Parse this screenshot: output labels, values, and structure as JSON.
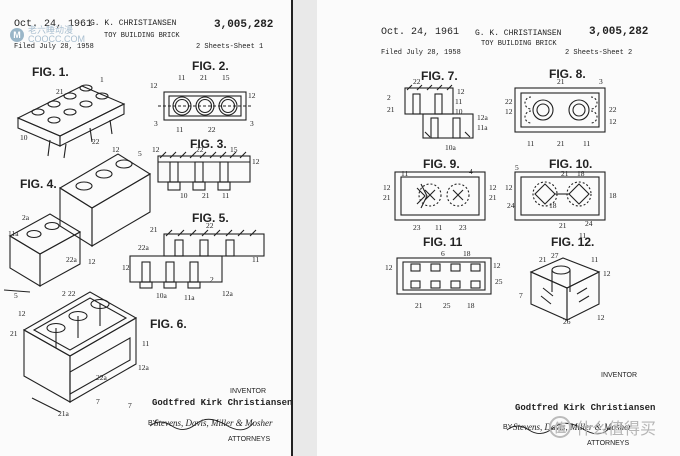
{
  "sheet1": {
    "date": "Oct. 24, 1961",
    "inventor_line": "G. K. CHRISTIANSEN",
    "patent_number": "3,005,282",
    "filed": "Filed July 28, 1958",
    "title": "TOY BUILDING BRICK",
    "sheet_label": "2 Sheets-Sheet 1",
    "figures": [
      "FIG. 1.",
      "FIG. 2.",
      "FIG. 3.",
      "FIG. 4.",
      "FIG. 5.",
      "FIG. 6."
    ],
    "inventor_caption": "INVENTOR",
    "inventor_name": "Godtfred Kirk Christiansen",
    "by": "BY",
    "attorneys_signature": "Stevens, Davis, Miller & Mosher",
    "attorneys": "ATTORNEYS"
  },
  "sheet2": {
    "date": "Oct. 24, 1961",
    "inventor_line": "G. K. CHRISTIANSEN",
    "patent_number": "3,005,282",
    "filed": "Filed July 28, 1958",
    "title": "TOY BUILDING BRICK",
    "sheet_label": "2 Sheets-Sheet 2",
    "figures": [
      "FIG. 7.",
      "FIG. 8.",
      "FIG. 9.",
      "FIG. 10.",
      "FIG. 11",
      "FIG. 12."
    ],
    "inventor_caption": "INVENTOR",
    "inventor_name": "Godtfred Kirk Christiansen",
    "by": "BY",
    "attorneys_signature": "Stevens, Davis, Miller & Mosher",
    "attorneys": "ATTORNEYS"
  },
  "watermark_left": {
    "brand": "老六睡动漫",
    "site": "COOCC.COM"
  },
  "watermark_right": {
    "logo": "值",
    "text": "什么值得买"
  },
  "ref_labels": {
    "f1": [
      "1",
      "21",
      "10",
      "22"
    ],
    "f2": [
      "12",
      "11",
      "21",
      "15",
      "12",
      "3",
      "3",
      "11",
      "22"
    ],
    "f3": [
      "12",
      "22",
      "15",
      "12",
      "10",
      "21",
      "11"
    ],
    "f4": [
      "12",
      "5",
      "2a",
      "11a",
      "22a",
      "12",
      "2",
      "5"
    ],
    "f5": [
      "22",
      "22a",
      "12",
      "21",
      "11",
      "12a",
      "10a",
      "11a",
      "2"
    ],
    "f6": [
      "22",
      "12",
      "21",
      "11",
      "22a",
      "12a",
      "7",
      "7",
      "21a"
    ],
    "f7": [
      "2",
      "21",
      "22",
      "12",
      "11",
      "10",
      "12a",
      "11a",
      "10a"
    ],
    "f8": [
      "21",
      "3",
      "22",
      "12",
      "22",
      "12",
      "11",
      "21",
      "11"
    ],
    "f9": [
      "11",
      "4",
      "12",
      "21",
      "12",
      "21",
      "23",
      "11",
      "23"
    ],
    "f10": [
      "5",
      "21",
      "18",
      "12",
      "18",
      "24",
      "18",
      "21",
      "24",
      "11"
    ],
    "f11": [
      "6",
      "18",
      "12",
      "12",
      "25",
      "21",
      "25",
      "18"
    ],
    "f12": [
      "21",
      "27",
      "11",
      "7",
      "12",
      "26",
      "12"
    ]
  }
}
